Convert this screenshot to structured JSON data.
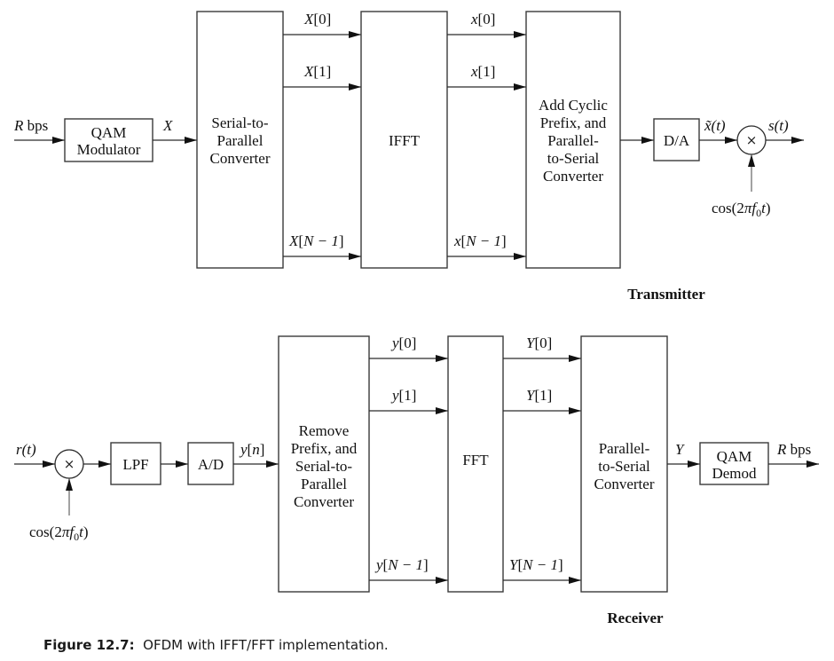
{
  "figure": {
    "caption_label": "Figure 12.7:",
    "caption_text": "OFDM with IFFT/FFT implementation."
  },
  "transmitter": {
    "section_label": "Transmitter",
    "input_label": {
      "var": "R",
      "unit": "bps"
    },
    "qam_modulator": {
      "lines": [
        "QAM",
        "Modulator"
      ]
    },
    "qam_output_label": "X",
    "serial_to_parallel": {
      "lines": [
        "Serial-to-",
        "Parallel",
        "Converter"
      ]
    },
    "ifft": {
      "lines": [
        "IFFT"
      ]
    },
    "cyclic_prefix": {
      "lines": [
        "Add Cyclic",
        "Prefix, and",
        "Parallel-",
        "to-Serial",
        "Converter"
      ]
    },
    "da": {
      "lines": [
        "D/A"
      ]
    },
    "freq_inputs": [
      {
        "var": "X",
        "index": "0"
      },
      {
        "var": "X",
        "index": "1"
      },
      {
        "var": "X",
        "index": "N − 1"
      }
    ],
    "time_outputs": [
      {
        "var": "x",
        "index": "0"
      },
      {
        "var": "x",
        "index": "1"
      },
      {
        "var": "x",
        "index": "N − 1"
      }
    ],
    "da_output_label": {
      "var": "x̃",
      "arg": "(t)"
    },
    "mixer_symbol": "×",
    "carrier_label": {
      "func": "cos(2",
      "pi": "π",
      "f": "f",
      "sub": "0",
      "t": "t",
      "close": ")"
    },
    "output_label": {
      "var": "s",
      "arg": "(t)"
    }
  },
  "receiver": {
    "section_label": "Receiver",
    "input_label": {
      "var": "r",
      "arg": "(t)"
    },
    "mixer_symbol": "×",
    "carrier_label": {
      "func": "cos(2",
      "pi": "π",
      "f": "f",
      "sub": "0",
      "t": "t",
      "close": ")"
    },
    "lpf": {
      "lines": [
        "LPF"
      ]
    },
    "ad": {
      "lines": [
        "A/D"
      ]
    },
    "ad_output_label": {
      "var": "y",
      "index": "n"
    },
    "remove_prefix": {
      "lines": [
        "Remove",
        "Prefix, and",
        "Serial-to-",
        "Parallel",
        "Converter"
      ]
    },
    "fft": {
      "lines": [
        "FFT"
      ]
    },
    "parallel_to_serial": {
      "lines": [
        "Parallel-",
        "to-Serial",
        "Converter"
      ]
    },
    "qam_demod": {
      "lines": [
        "QAM",
        "Demod"
      ]
    },
    "time_inputs": [
      {
        "var": "y",
        "index": "0"
      },
      {
        "var": "y",
        "index": "1"
      },
      {
        "var": "y",
        "index": "N − 1"
      }
    ],
    "freq_outputs": [
      {
        "var": "Y",
        "index": "0"
      },
      {
        "var": "Y",
        "index": "1"
      },
      {
        "var": "Y",
        "index": "N − 1"
      }
    ],
    "ps_output_label": "Y",
    "output_label": {
      "var": "R",
      "unit": "bps"
    }
  }
}
